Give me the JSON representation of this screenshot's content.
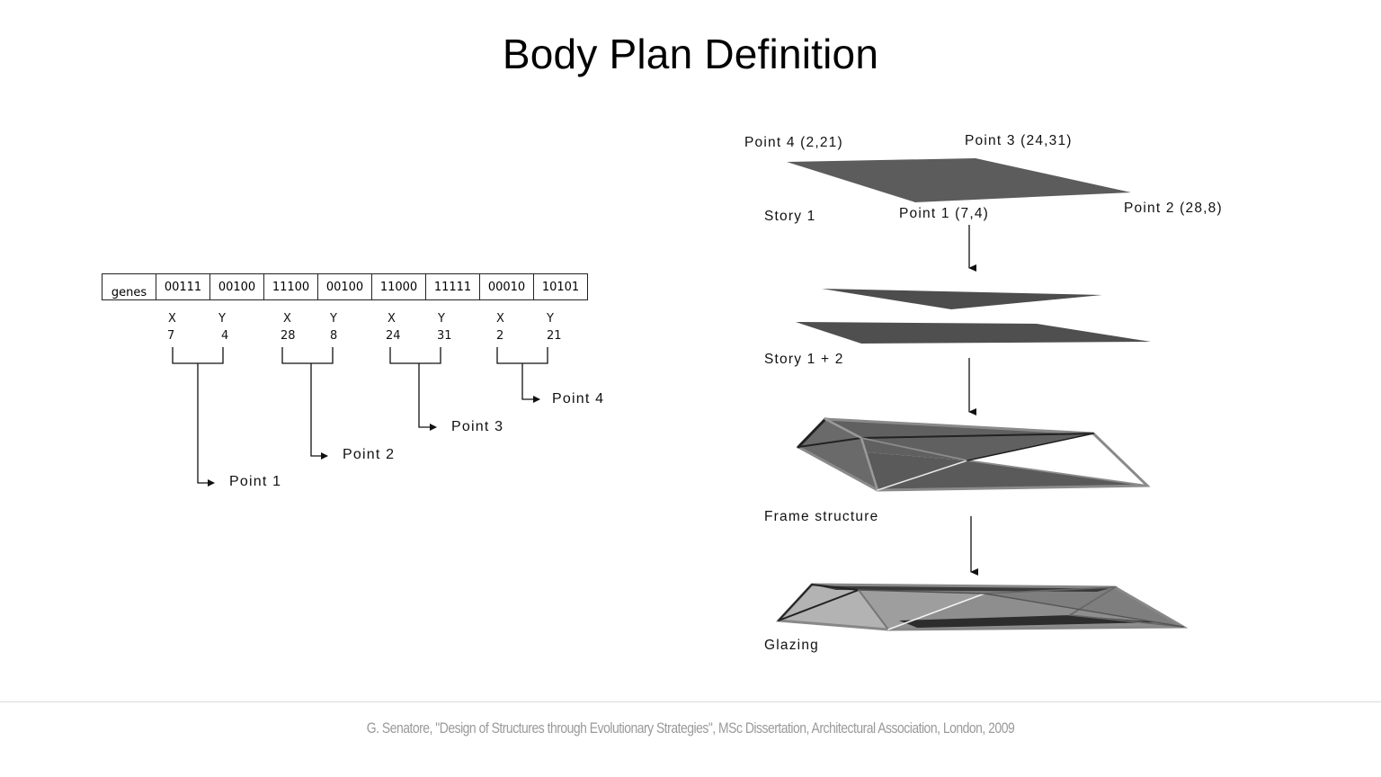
{
  "title": "Body Plan Definition",
  "genes_table": {
    "header": "genes",
    "cells": [
      "00111",
      "00100",
      "11100",
      "00100",
      "11000",
      "11111",
      "00010",
      "10101"
    ]
  },
  "decoded": [
    {
      "x_label": "X",
      "y_label": "Y",
      "x": "7",
      "y": "4",
      "point": "Point 1"
    },
    {
      "x_label": "X",
      "y_label": "Y",
      "x": "28",
      "y": "8",
      "point": "Point 2"
    },
    {
      "x_label": "X",
      "y_label": "Y",
      "x": "24",
      "y": "31",
      "point": "Point 3"
    },
    {
      "x_label": "X",
      "y_label": "Y",
      "x": "2",
      "y": "21",
      "point": "Point 4"
    }
  ],
  "right_diagram": {
    "point4": "Point 4 (2,21)",
    "point3": "Point 3 (24,31)",
    "point1": "Point 1 (7,4)",
    "point2": "Point 2 (28,8)",
    "stage1": "Story 1",
    "stage2": "Story 1 + 2",
    "stage3": "Frame structure",
    "stage4": "Glazing"
  },
  "colors": {
    "slab": "#5c5c5c",
    "slab_dark": "#4a4a4a",
    "glass": "#a6a6a6",
    "footer_text": "#9a9a9a"
  },
  "footer": "G. Senatore, \"Design of Structures through Evolutionary Strategies\", MSc Dissertation, Architectural Association, London, 2009"
}
